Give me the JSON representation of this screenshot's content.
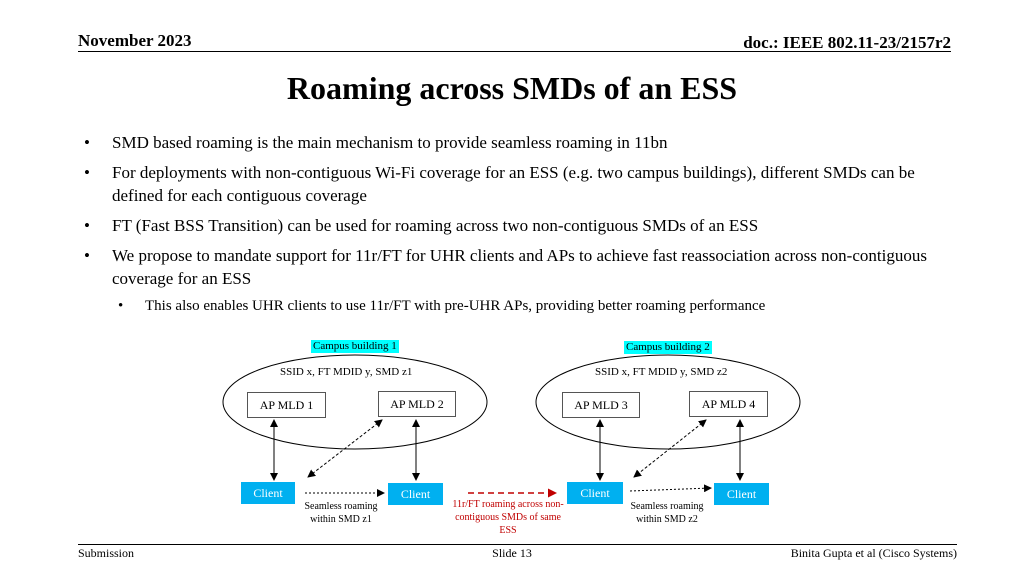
{
  "header": {
    "date": "November 2023",
    "doc": "doc.: IEEE 802.11-23/2157r2"
  },
  "title": "Roaming across SMDs of an ESS",
  "bullets": [
    "SMD based roaming is the main mechanism to provide seamless roaming in 11bn",
    "For deployments with non-contiguous Wi-Fi coverage for an ESS (e.g. two campus buildings), different SMDs can be defined for each contiguous coverage",
    "FT (Fast BSS Transition) can be used for roaming across two non-contiguous SMDs of an ESS",
    "We propose to mandate support for 11r/FT for UHR clients and APs to achieve fast reassociation across non-contiguous coverage for an ESS"
  ],
  "sub_bullet": "This also enables UHR clients to use 11r/FT with pre-UHR APs, providing better roaming performance",
  "diagram": {
    "building1": {
      "campus": "Campus building 1",
      "ssid": "SSID x, FT MDID y, SMD z1",
      "ap1": "AP MLD 1",
      "ap2": "AP MLD 2",
      "client1": "Client",
      "client2": "Client",
      "roam_note": "Seamless roaming within SMD z1"
    },
    "building2": {
      "campus": "Campus building 2",
      "ssid": "SSID x, FT MDID y, SMD z2",
      "ap1": "AP MLD 3",
      "ap2": "AP MLD 4",
      "client1": "Client",
      "client2": "Client",
      "roam_note": "Seamless roaming within SMD z2"
    },
    "ft_note": "11r/FT roaming across non-contiguous SMDs of same ESS",
    "colors": {
      "campus_highlight": "#00ffff",
      "client_fill": "#00b0f0",
      "ft_arrow": "#c00000"
    }
  },
  "footer": {
    "left": "Submission",
    "center": "Slide 13",
    "right": "Binita Gupta et al (Cisco Systems)"
  }
}
